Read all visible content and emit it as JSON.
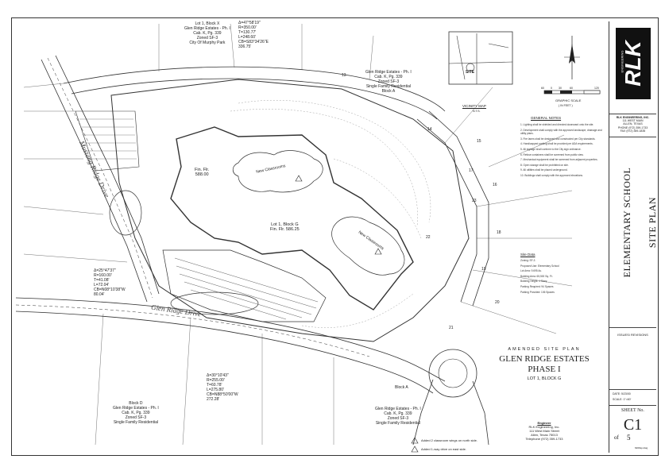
{
  "title_block": {
    "logo": "RLK",
    "logo_sub": "ENGINEERING",
    "firm_name": "RLK ENGINEERING, INC.",
    "firm_lines": [
      "111 WEST MAIN",
      "ALLEN, TEXAS",
      "PHONE (972) 359-1733",
      "FAX (972) 359-1835"
    ],
    "project": "ELEMENTARY SCHOOL",
    "drawing": "SITE PLAN",
    "issues": "ISSUES/ REVISIONS",
    "date_label": "DATE:",
    "date_value": "5/23/00",
    "scale_label": "SCALE:",
    "scale_value": "1\"=60'",
    "sheet_label": "SHEET No.",
    "sheet_no": "C1",
    "of": "of",
    "total": "5",
    "file": "6200sp.dwg"
  },
  "site_title": {
    "amended": "AMENDED SITE PLAN",
    "estate": "GLEN RIDGE ESTATES",
    "phase": "PHASE I",
    "lot": "LOT 1, BLOCK G"
  },
  "engineer": {
    "label": "Engineer",
    "lines": [
      "RLK Engineering, Inc.",
      "111 West Main Street",
      "Allen, Texas 75013",
      "Telephone (972) 359-1733"
    ]
  },
  "revisions": [
    "Added 2 classroom wings on north side.",
    "Added 1-way drive on east side."
  ],
  "vicinity": {
    "label": "VICINITY MAP",
    "sub": "N.T.S.",
    "site": "SITE"
  },
  "graphic_scale": {
    "label": "GRAPHIC SCALE",
    "ticks": [
      "60",
      "0",
      "30",
      "60",
      "120"
    ],
    "unit": "( IN FEET )"
  },
  "general_notes": {
    "heading": "GENERAL NOTES",
    "items": [
      "1. Lighting shall be shielded and directed downward onto the site.",
      "2. Development shall comply with the approved landscape, drainage and utility plans.",
      "3. Fire lanes shall be designed and constructed per City standards.",
      "4. Handicapped parking shall be provided per ADA requirements.",
      "5. All signage shall conform to the City sign ordinance.",
      "6. Refuse containers shall be screened from public view.",
      "7. Mechanical equipment shall be screened from adjacent properties.",
      "8. Open storage shall be prohibited on site.",
      "9. All utilities shall be placed underground.",
      "10. Buildings shall comply with the approved elevations."
    ]
  },
  "site_data": {
    "heading": "Site Data",
    "rows": [
      "Zoning: SF-3",
      "Proposed Use: Elementary School",
      "Lot Area: 9.695 Ac.",
      "Building Area: 65,500 Sq. Ft.",
      "Building Height: 1 Story",
      "Parking Required: 94 Spaces",
      "Parking Provided: 106 Spaces"
    ]
  },
  "plan": {
    "lot_label": "Lot 1, Block G",
    "lot_sub": "Fin. Flr. 586.25",
    "ffe": "Fin. Flr.",
    "ffe_val": "588.00",
    "classroom1": "New Classrooms",
    "classroom2": "New Classrooms",
    "streets": [
      "Glen Ridge Drive",
      "Mustang Ridge Drive"
    ],
    "lots_text": [
      "Lot 1, Block X\nGlen Ridge Estates - Ph. I\nCab. K, Pg. 339\nZoned SF-3\nCity Of Murphy Park",
      "Glen Ridge Estates - Ph. I\nCab. K, Pg. 339\nZoned SF-3\nSingle Family Residential\nBlock A",
      "Block D\nGlen Ridge Estates - Ph. I\nCab. K, Pg. 339\nZoned SF-3\nSingle Family Residential",
      "Glen Ridge Estates - Ph. I\nCab. K, Pg. 339\nZoned SF-3\nSingle Family Residential",
      "Block A"
    ],
    "curve1": "Δ=47°58'19\"\nR=350.00'\nT=130.77'\nL=248.60'\nCB=S83°34'26\"E\n336.75'",
    "curve2": "Δ=25°47'37\"\nR=160.00'\nT=41.08'\nL=72.04'\nCB=N08°10'38\"W\n80.04'",
    "curve3": "Δ=30°10'43\"\nR=255.00'\nT=60.78'\nL=275.80'\nCB=N88°50'00\"W\n272.28'",
    "lot_numbers": [
      "13",
      "14",
      "15",
      "16",
      "17",
      "18",
      "19",
      "20",
      "21",
      "22",
      "23"
    ]
  }
}
